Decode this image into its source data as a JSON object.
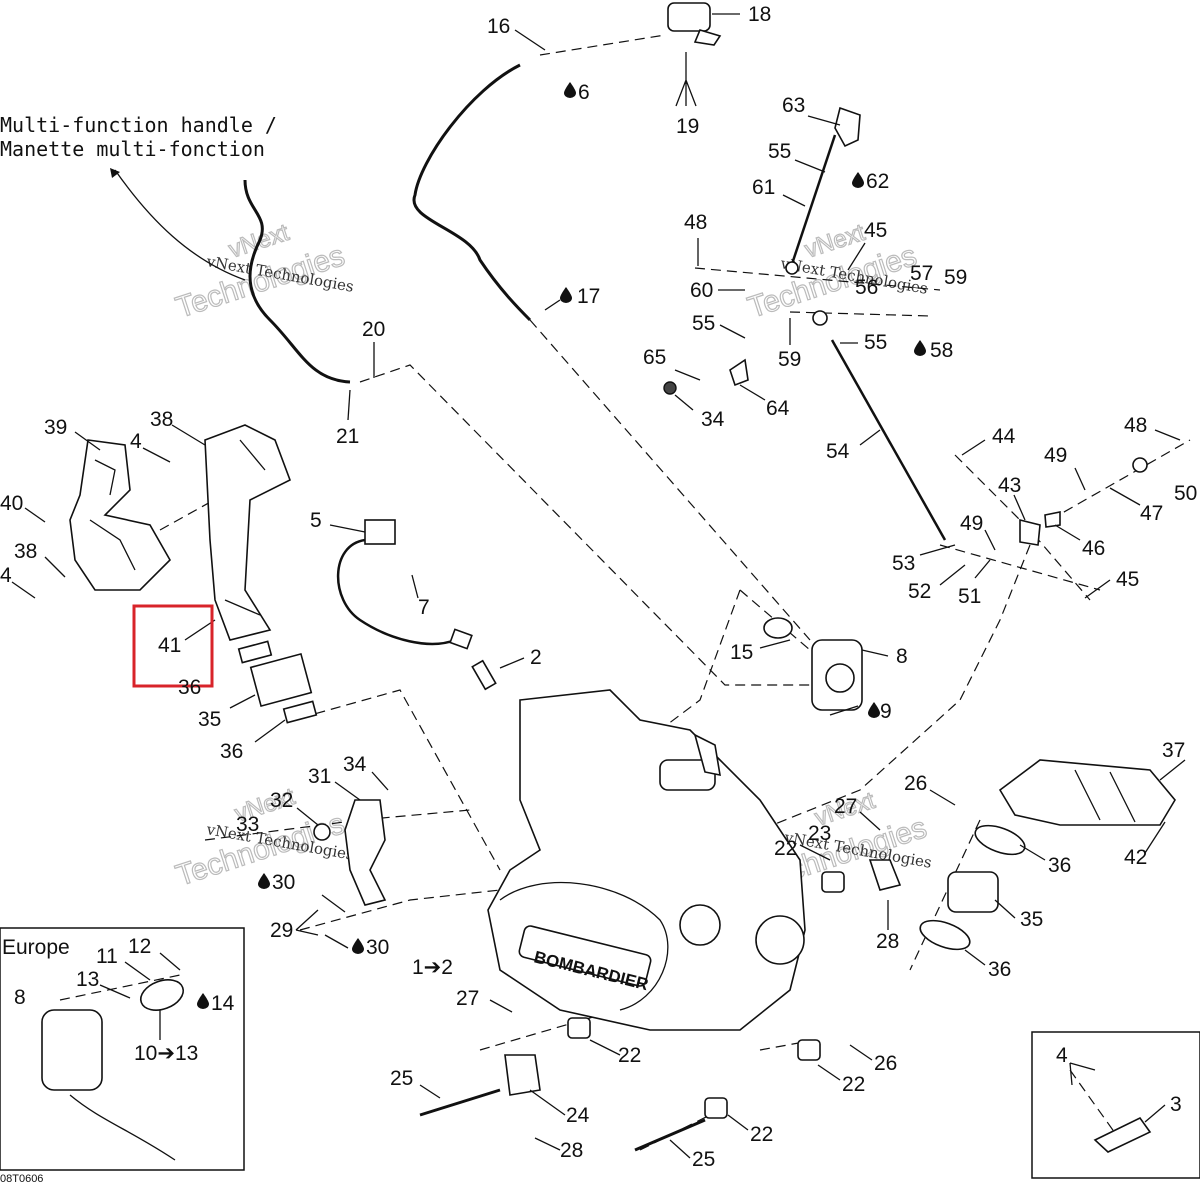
{
  "diagram": {
    "reference_code": "08T0606",
    "accent_color": "#d8232a",
    "highlighted_callout": "41",
    "note_lines": [
      "Multi-function handle /",
      "Manette multi-fonction"
    ],
    "europe_label": "Europe",
    "brand_mark": "BOMBARDIER",
    "watermark": {
      "line1": "vNext Technologies",
      "line2": "Technologies",
      "line3": "vNext"
    },
    "callouts": {
      "c1": "16",
      "c2": "18",
      "c3": "6",
      "c4": "19",
      "c5": "63",
      "c6": "55",
      "c7": "62",
      "c8": "61",
      "c9": "48",
      "c10": "45",
      "c11": "60",
      "c12": "56",
      "c13": "57",
      "c14": "59",
      "c15": "55",
      "c16": "59",
      "c17": "55",
      "c18": "58",
      "c19": "65",
      "c20": "34",
      "c21": "64",
      "c22": "17",
      "c23": "20",
      "c24": "21",
      "c25": "39",
      "c26": "38",
      "c27": "4",
      "c28": "40",
      "c29": "38",
      "c30": "4",
      "c31": "41",
      "c32": "36",
      "c33": "35",
      "c34": "36",
      "c35": "5",
      "c36": "7",
      "c37": "2",
      "c38": "15",
      "c39": "8",
      "c40": "9",
      "c41": "54",
      "c42": "44",
      "c43": "48",
      "c44": "49",
      "c45": "50",
      "c46": "43",
      "c47": "47",
      "c48": "49",
      "c49": "46",
      "c50": "53",
      "c51": "52",
      "c52": "51",
      "c53": "45",
      "c54": "37",
      "c55": "42",
      "c56": "26",
      "c57": "27",
      "c58": "23",
      "c59": "22",
      "c60": "36",
      "c61": "35",
      "c62": "36",
      "c63": "28",
      "c64": "31",
      "c65": "34",
      "c66": "32",
      "c67": "33",
      "c68": "30",
      "c69": "29",
      "c70": "30",
      "c71": "1➔2",
      "c72": "27",
      "c73": "22",
      "c74": "25",
      "c75": "24",
      "c76": "28",
      "c77": "25",
      "c78": "22",
      "c79": "22",
      "c80": "26",
      "c81": "11",
      "c82": "12",
      "c83": "13",
      "c84": "14",
      "c85": "8",
      "c86": "10➔13",
      "c87": "4",
      "c88": "3"
    }
  }
}
